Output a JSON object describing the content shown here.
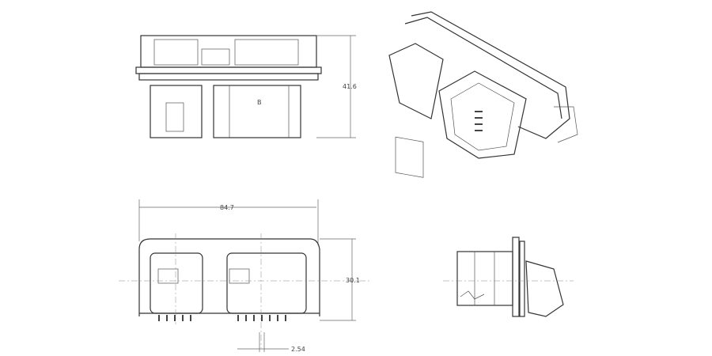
{
  "drawing": {
    "views": [
      "top-view",
      "isometric-view",
      "front-view",
      "side-view"
    ],
    "dimensions": {
      "height_top": "41.6",
      "width_front": "84.7",
      "height_front": "30.1",
      "pin_pitch": "2.54"
    }
  }
}
